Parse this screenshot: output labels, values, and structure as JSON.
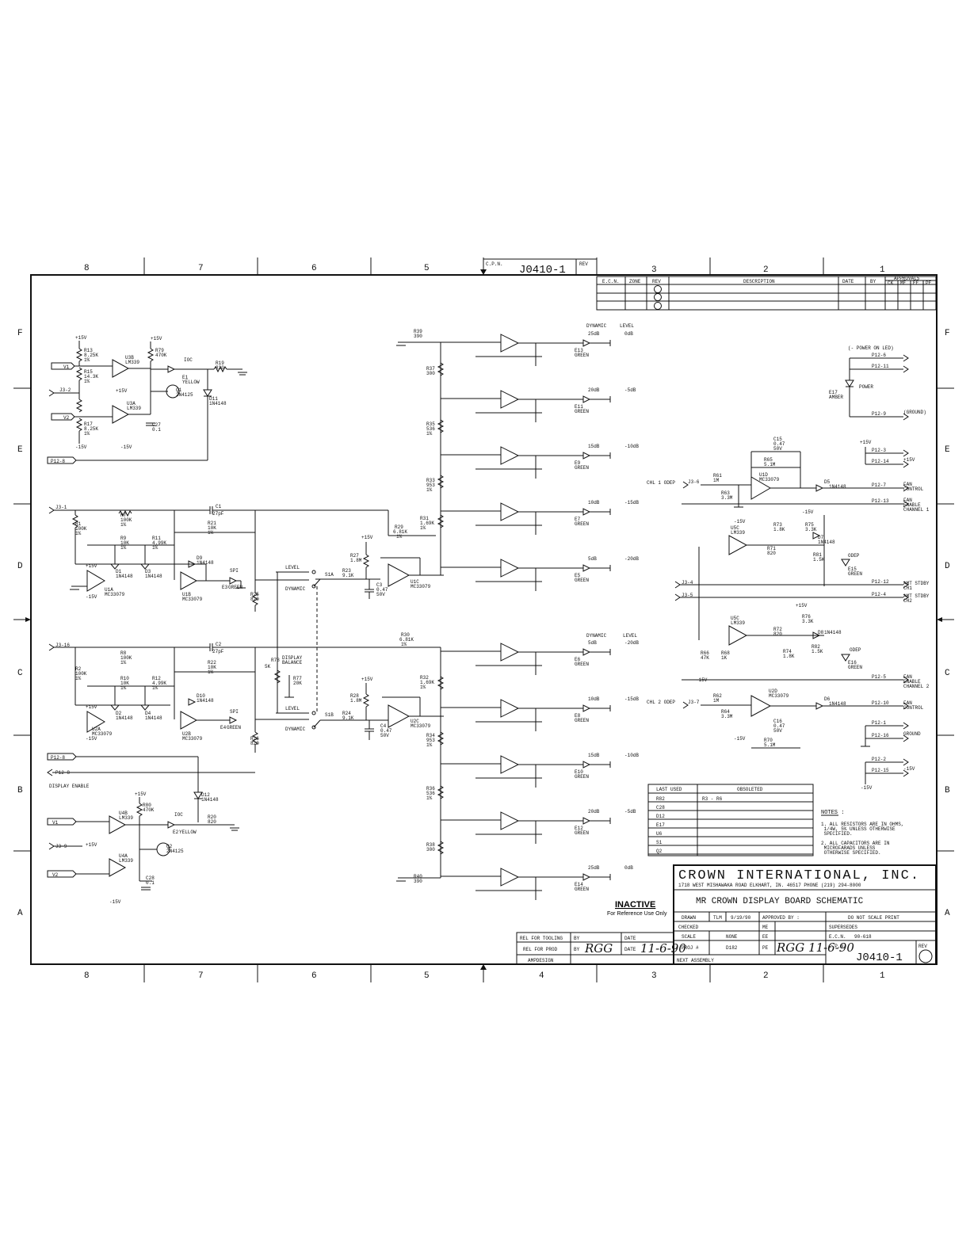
{
  "border": {
    "zones_cols": [
      "8",
      "7",
      "6",
      "5",
      "4",
      "3",
      "2",
      "1"
    ],
    "zones_rows": [
      "F",
      "E",
      "D",
      "C",
      "B",
      "A"
    ]
  },
  "top_block": {
    "cpn_label": "C.P.N.",
    "cpn_value": "J0410-1",
    "rev_label": "REV"
  },
  "revision_table": {
    "headers": [
      "E.C.N.",
      "ZONE",
      "REV",
      "DESCRIPTION",
      "DATE",
      "BY",
      "CK",
      "ME",
      "EE",
      "PE"
    ],
    "approvals_label": "APPROVALS"
  },
  "labels": {
    "v1": "V1",
    "j3_2": "J3-2",
    "v2": "V2",
    "p12_8": "P12-8",
    "j3_1": "J3-1",
    "j3_16": "J3-16",
    "p12_8b": "P12-8",
    "p12_8c": "P12-8",
    "display_enable": "DISPLAY ENABLE",
    "v1b": "V1",
    "j3_9": "J3-9",
    "v2b": "V2",
    "plus15": "+15V",
    "minus15": "-15V",
    "dynamic": "DYNAMIC",
    "level": "LEVEL",
    "dynamic2": "DYNAMIC",
    "level2": "LEVEL",
    "s1a": "S1A",
    "s1b": "S1B",
    "display_balance": "DISPLAY\nBALANCE",
    "r78": "R78",
    "r78v": "5K",
    "r77": "R77",
    "r77v": "20K"
  },
  "column_headers": {
    "top_dyn": "DYNAMIC",
    "top_lvl": "LEVEL",
    "bot_dyn": "DYNAMIC",
    "bot_lvl": "LEVEL"
  },
  "meter_top": [
    {
      "dyn": "25dB",
      "lvl": "0dB",
      "led": "E13",
      "color": "GREEN"
    },
    {
      "dyn": "20dB",
      "lvl": "-5dB",
      "led": "E11",
      "color": "GREEN"
    },
    {
      "dyn": "15dB",
      "lvl": "-10dB",
      "led": "E9",
      "color": "GREEN"
    },
    {
      "dyn": "10dB",
      "lvl": "-15dB",
      "led": "E7",
      "color": "GREEN"
    },
    {
      "dyn": "5dB",
      "lvl": "-20dB",
      "led": "E5",
      "color": "GREEN"
    }
  ],
  "meter_bottom": [
    {
      "dyn": "5dB",
      "lvl": "-20dB",
      "led": "E6",
      "color": "GREEN"
    },
    {
      "dyn": "10dB",
      "lvl": "-15dB",
      "led": "E8",
      "color": "GREEN"
    },
    {
      "dyn": "15dB",
      "lvl": "-10dB",
      "led": "E10",
      "color": "GREEN"
    },
    {
      "dyn": "20dB",
      "lvl": "-5dB",
      "led": "E12",
      "color": "GREEN"
    },
    {
      "dyn": "25dB",
      "lvl": "0dB",
      "led": "E14",
      "color": "GREEN"
    }
  ],
  "right_connectors": {
    "power_on_led": "(- POWER ON LED)",
    "p12_6": "P12-6",
    "p12_11": "P12-11",
    "power": "POWER",
    "e17": "E17",
    "amber": "AMBER",
    "p12_9": "P12-9",
    "ground1": "(GROUND)",
    "p12_3": "P12-3",
    "p12_14": "P12-14",
    "plus15": "+15V",
    "chl1": "CHL 1 ODEP",
    "j3_6": "J3-6",
    "p12_7": "P12-7",
    "fan_control": "FAN\nCONTROL",
    "p12_13": "P12-13",
    "fan_enable1": "FAN\nENABLE\nCHANNEL 1",
    "odep1": "ODEP",
    "e15": "E15",
    "green1": "GREEN",
    "j3_4": "J3-4",
    "p12_12": "P12-12",
    "amt_stdby1": "AMT STDBY\nCH1",
    "j3_5": "J3-5",
    "p12_4": "P12-4",
    "amt_stdby2": "AMT STDBY\nCH2",
    "odep2": "ODEP",
    "e16": "E16",
    "green2": "GREEN",
    "p12_5": "P12-5",
    "fan_enable2": "FAN\nENABLE\nCHANNEL 2",
    "chl2": "CHL 2 ODEP",
    "j3_7": "J3-7",
    "p12_10": "P12-10",
    "fan_control2": "FAN\nCONTROL",
    "p12_1": "P12-1",
    "p12_16": "P12-16",
    "ground2": "GROUND",
    "p12_2": "P12-2",
    "p12_15": "P12-15",
    "minus15": "-15V"
  },
  "obsoleted_table": {
    "headers": [
      "LAST USED",
      "OBSOLETED"
    ],
    "rows": [
      [
        "R82",
        "R3 - R6"
      ],
      [
        "C28",
        ""
      ],
      [
        "D12",
        ""
      ],
      [
        "E17",
        ""
      ],
      [
        "U6",
        ""
      ],
      [
        "S1",
        ""
      ],
      [
        "Q2",
        ""
      ]
    ]
  },
  "notes": {
    "title": "NOTES :",
    "n1": "1.  ALL RESISTORS ARE IN OHMS,\n    1/4W, 5% UNLESS OTHERWISE\n    SPECIFIED.",
    "n2": "2.  ALL CAPACITORS ARE IN\n    MICROFARADS UNLESS\n    OTHERWISE SPECIFIED."
  },
  "stamp": {
    "title": "INACTIVE",
    "sub": "For Reference Use Only"
  },
  "title_block": {
    "company": "CROWN INTERNATIONAL, INC.",
    "address": "1718 WEST MISHAWAKA ROAD   ELKHART, IN. 46517   PHONE (219) 294-8000",
    "drawing_title": "MR CROWN DISPLAY BOARD SCHEMATIC",
    "drawn_label": "DRAWN",
    "drawn_by": "TLM",
    "drawn_date": "9/19/90",
    "approved_label": "APPROVED BY :",
    "do_not_scale": "DO NOT SCALE PRINT",
    "checked_label": "CHECKED",
    "me_label": "ME",
    "supersedes_label": "SUPERSEDES",
    "scale_label": "SCALE",
    "scale_value": "NONE",
    "ee_label": "EE",
    "ecn_label": "E.C.N.",
    "ecn_value": "90-618",
    "proj_label": "PROJ #",
    "proj_value": "D182",
    "pe_label": "PE",
    "pe_sig": "RGG 11-6-90",
    "cpn_label": "C.P.N.",
    "cpn_value": "J0410-1",
    "rev_label": "REV",
    "next_assembly": "NEXT ASSEMBLY"
  },
  "release_block": {
    "rel_tooling": "REL FOR TOOLING",
    "by1": "BY",
    "date1": "DATE",
    "rel_prod": "REL FOR PROD",
    "by2": "BY",
    "sig2": "RGG",
    "date2": "DATE",
    "date2_value": "11-6-90",
    "ampdesign": "AMPDESIGN"
  }
}
